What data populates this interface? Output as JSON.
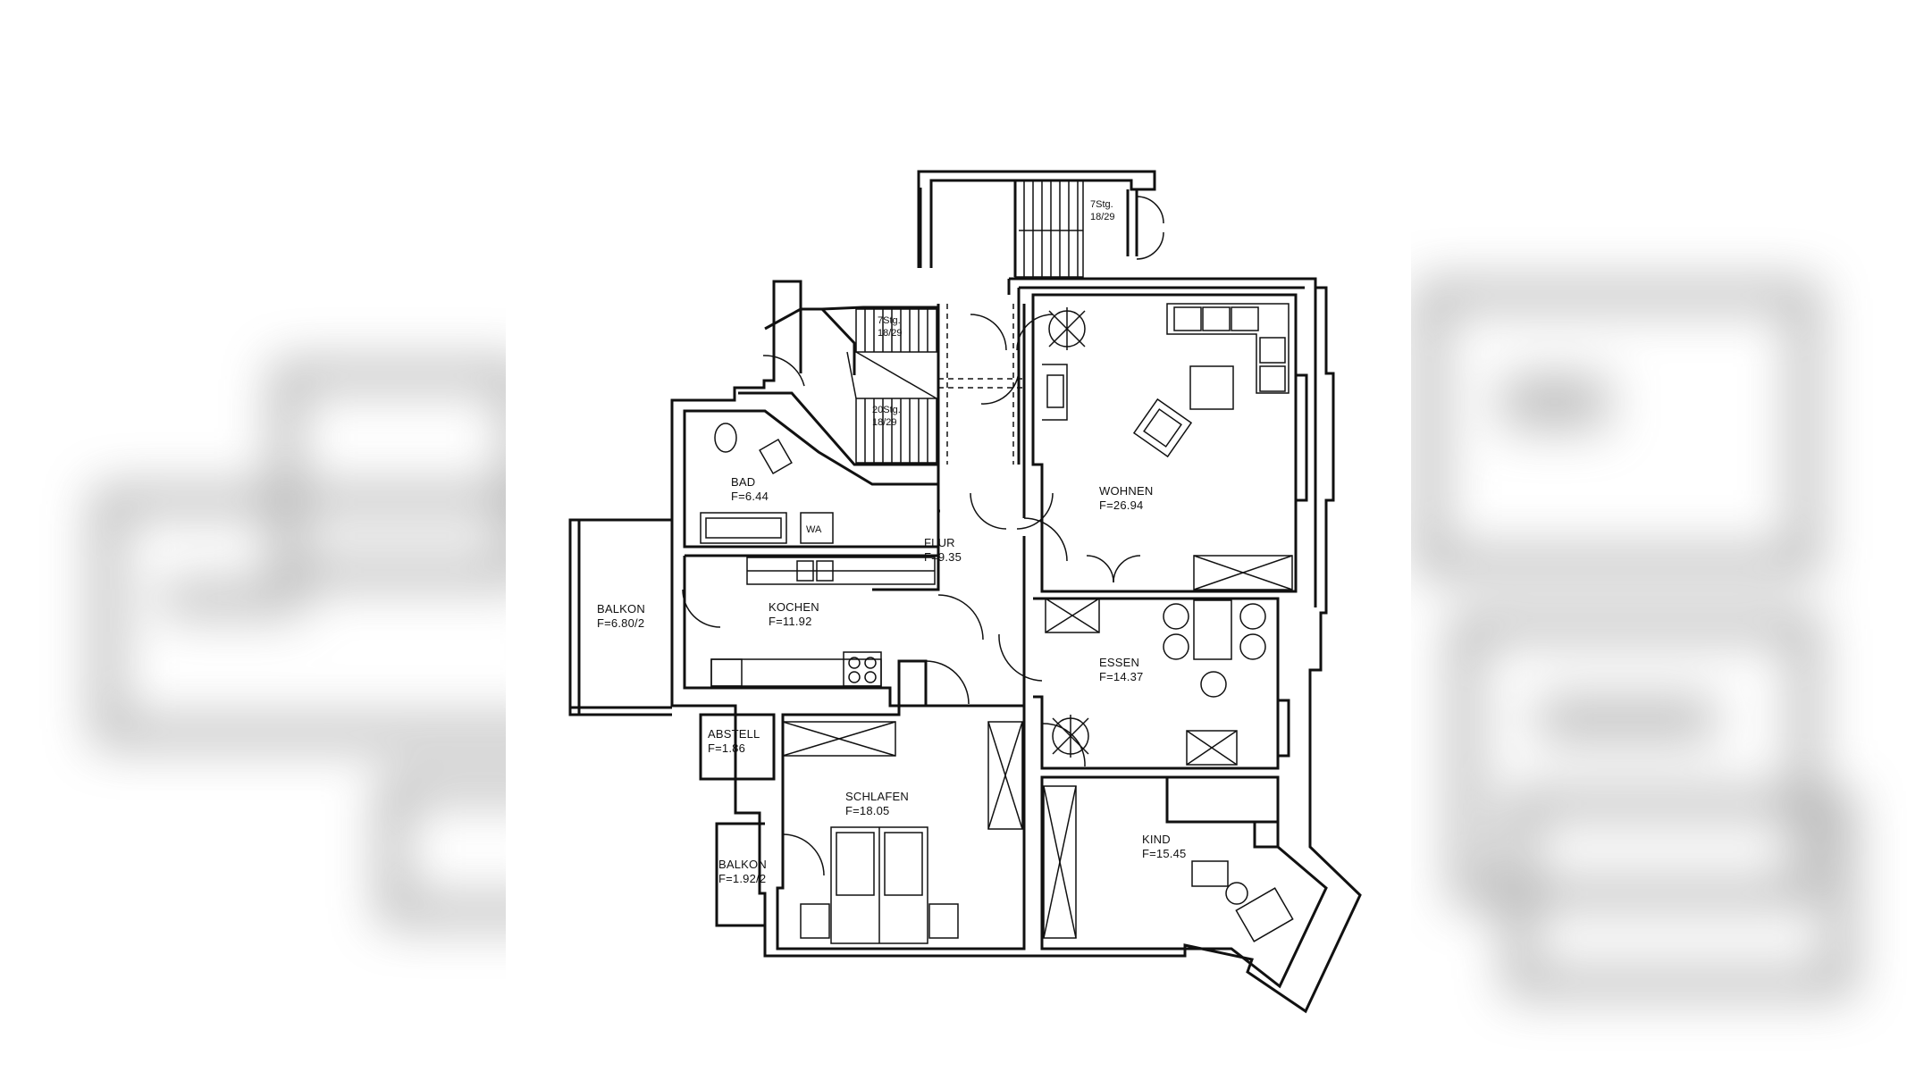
{
  "colors": {
    "line": "#111111",
    "background": "#ffffff",
    "blur_tone": "#9a9a9a"
  },
  "rooms": [
    {
      "name": "WOHNEN",
      "area": "F=26.94"
    },
    {
      "name": "ESSEN",
      "area": "F=14.37"
    },
    {
      "name": "KIND",
      "area": "F=15.45"
    },
    {
      "name": "SCHLAFEN",
      "area": "F=18.05"
    },
    {
      "name": "KOCHEN",
      "area": "F=11.92"
    },
    {
      "name": "BAD",
      "area": "F=6.44"
    },
    {
      "name": "FLUR",
      "area": "F=9.35"
    },
    {
      "name": "ABSTELL",
      "area": "F=1.86"
    },
    {
      "name": "BALKON",
      "area": "F=6.80/2"
    },
    {
      "name": "BALKON",
      "area": "F=1.92/2"
    }
  ],
  "stairs": [
    {
      "steps": "7Stg.",
      "ratio": "18/29"
    },
    {
      "steps": "7Stg.",
      "ratio": "18/29"
    },
    {
      "steps": "20Stg.",
      "ratio": "18/29"
    }
  ],
  "fixtures": {
    "washbasin": "WA"
  }
}
